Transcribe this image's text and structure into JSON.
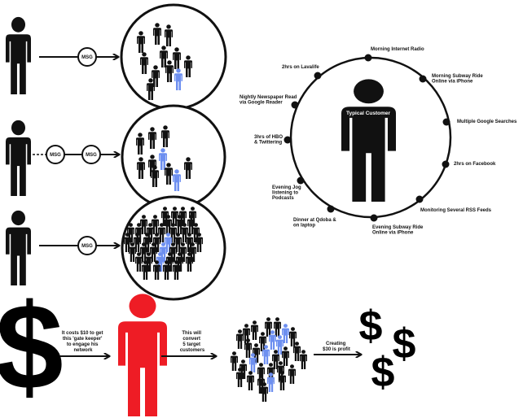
{
  "colors": {
    "ink": "#111111",
    "highlight": "#6d8ff0",
    "gatekeeper": "#ee1c25"
  },
  "rows": [
    {
      "msgs": [
        "MSG"
      ]
    },
    {
      "msgs": [
        "MSG",
        "MSG"
      ]
    },
    {
      "msgs": [
        "MSG"
      ]
    }
  ],
  "ring": {
    "center_label": "Typical Customer",
    "activities": [
      {
        "lines": [
          "Morning Internet Radio"
        ]
      },
      {
        "lines": [
          "Morning Subway Ride",
          "Online via iPhone"
        ]
      },
      {
        "lines": [
          "Multiple Google Searches"
        ]
      },
      {
        "lines": [
          "2hrs on Facebook"
        ]
      },
      {
        "lines": [
          "Monitoring Several RSS Feeds"
        ]
      },
      {
        "lines": [
          "Evening Subway Ride",
          "Online via iPhone"
        ]
      },
      {
        "lines": [
          "Dinner at Qdoba &",
          "on laptop"
        ]
      },
      {
        "lines": [
          "Evening Jog",
          "listening to",
          "Podcasts"
        ]
      },
      {
        "lines": [
          "3hrs of HBO",
          "& Twittering"
        ]
      },
      {
        "lines": [
          "Nightly Newspaper Read",
          "via Google Reader"
        ]
      },
      {
        "lines": [
          "2hrs on Lavalife"
        ]
      }
    ]
  },
  "bottom": {
    "dollar_sign": "$",
    "step1": [
      "It costs $10 to get",
      "this 'gate keeper'",
      "to engage his",
      "network"
    ],
    "step2": [
      "This will",
      "convert",
      "5 target",
      "customers"
    ],
    "step3": [
      "Creating",
      "$30 is profit"
    ]
  }
}
